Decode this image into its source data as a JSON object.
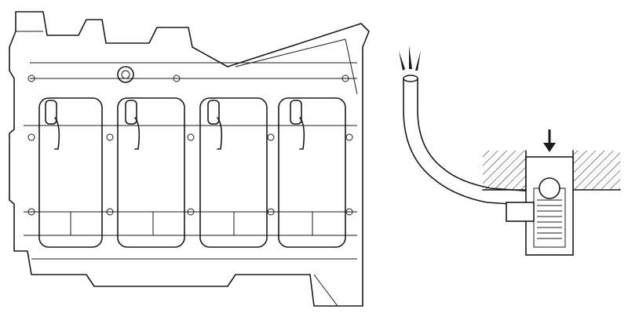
{
  "figure": {
    "subject": "cylinder-block-oil-jets",
    "cylinder_count": 4,
    "oil_jet_count": 4
  },
  "colors": {
    "line": "#1a1a1a",
    "background": "#ffffff"
  }
}
